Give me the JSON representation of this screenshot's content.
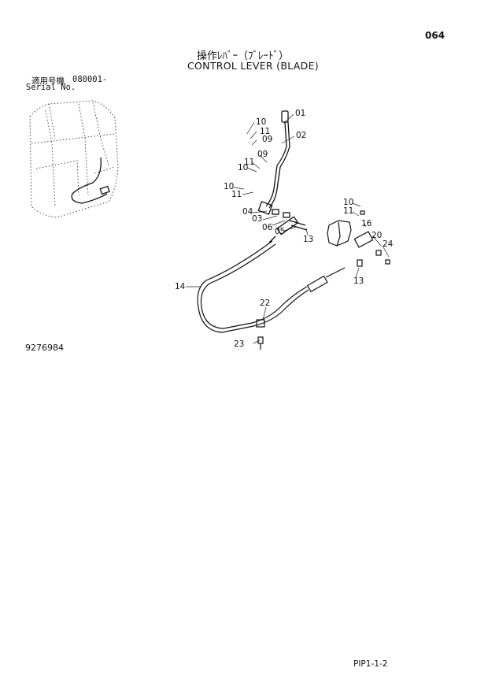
{
  "page_number": "064",
  "title_jp": "操作ﾚﾊﾞｰ（ﾌﾞﾚｰﾄﾞ）",
  "title_en": "CONTROL LEVER (BLADE)",
  "serial": {
    "label_jp": "適用号機",
    "number": "080001-",
    "label_en": "Serial No."
  },
  "document_id": "9276984",
  "footer_code": "PIP1-1-2",
  "part_labels": [
    "01",
    "02",
    "10",
    "11",
    "09",
    "09",
    "11",
    "10",
    "10",
    "11",
    "04",
    "03",
    "06",
    "05",
    "13",
    "14",
    "22",
    "23",
    "10",
    "11",
    "16",
    "20",
    "24",
    "13"
  ]
}
